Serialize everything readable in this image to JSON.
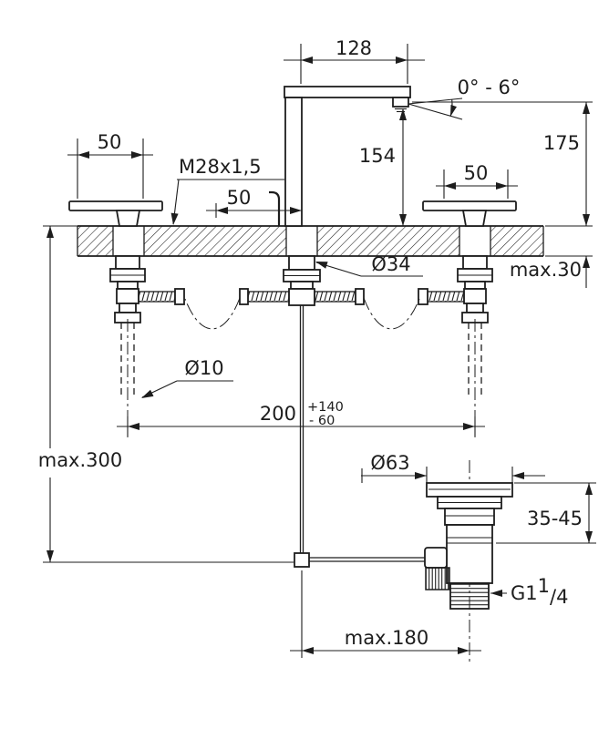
{
  "drawing": {
    "labels": {
      "spout_reach": "128",
      "spout_angle": "0° - 6°",
      "overall_height": "175",
      "spout_height": "154",
      "handle_width_left": "50",
      "thread": "M28x1,5",
      "spout_offset": "50",
      "handle_width_right": "50",
      "shank_diameter": "Ø34",
      "max_counter_thickness": "max.30",
      "hose_diameter": "Ø10",
      "hole_spacing": "200",
      "hole_spacing_tol_plus": "+140",
      "hole_spacing_tol_minus": "- 60",
      "max_mounting_depth": "max.300",
      "waste_flange_diameter": "Ø63",
      "waste_clamp_range": "35-45",
      "waste_thread_base": "G1",
      "waste_thread_numerator": "1",
      "waste_thread_denominator": "/4",
      "max_waste_offset": "max.180"
    },
    "colors": {
      "line": "#1d1d1d",
      "background": "#ffffff"
    }
  }
}
